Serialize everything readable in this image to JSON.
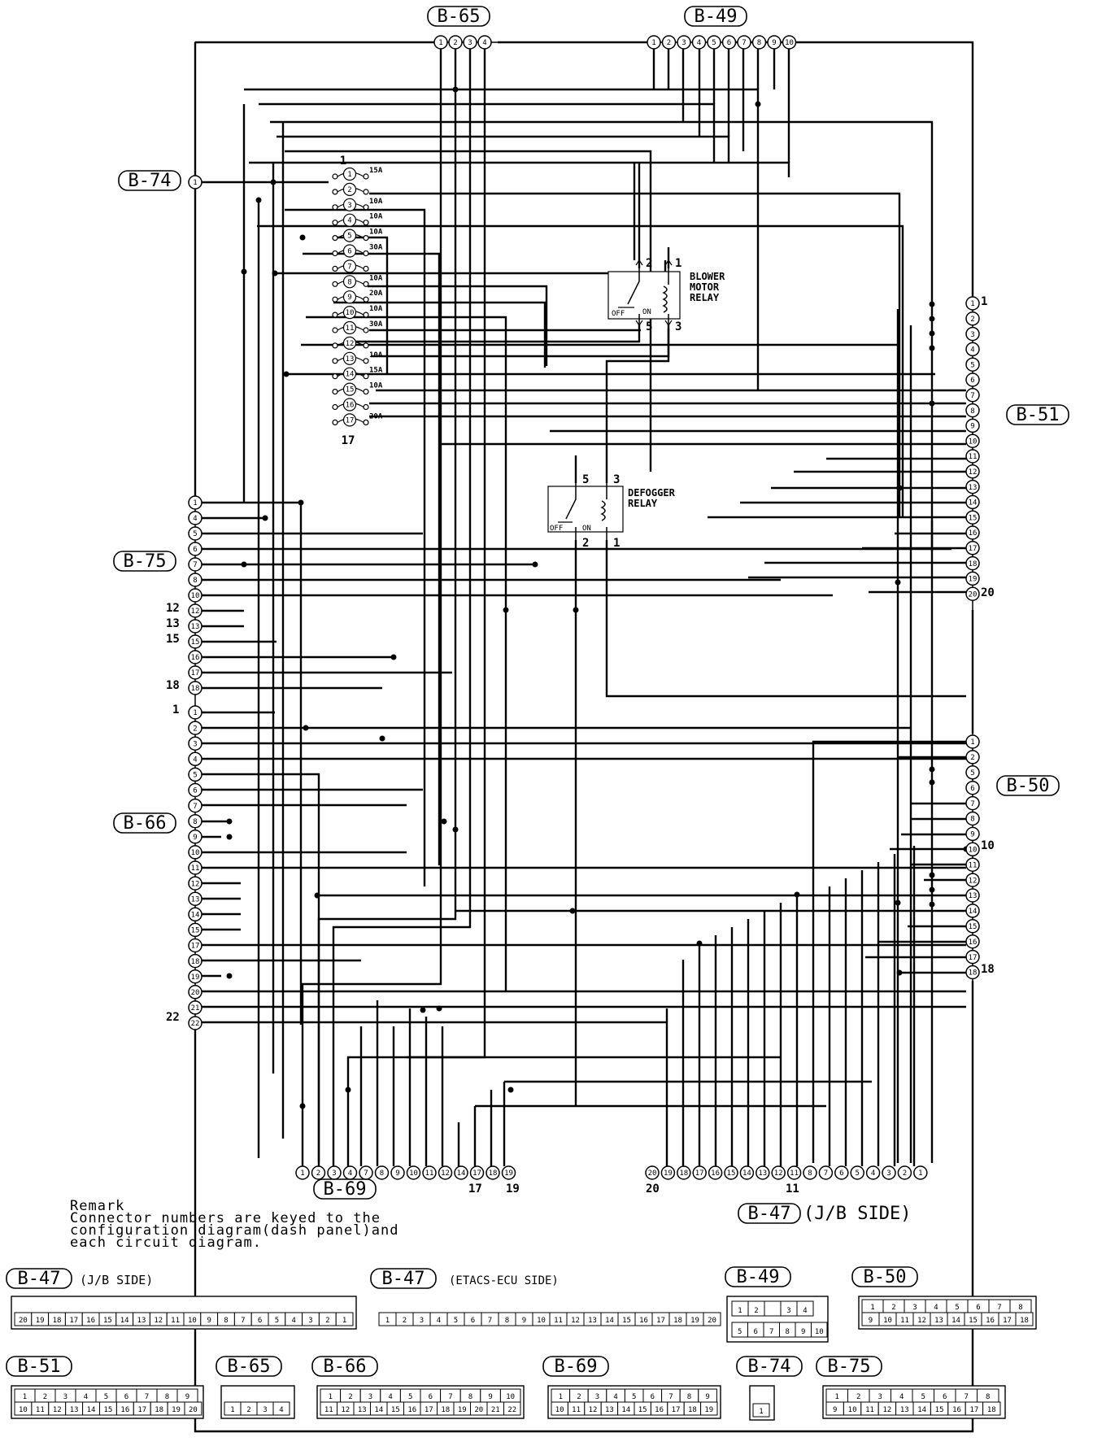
{
  "connectors": {
    "b65": {
      "label": "B-65",
      "pins": [
        "1",
        "2",
        "3",
        "4"
      ]
    },
    "b49": {
      "label": "B-49",
      "pins": [
        "1",
        "2",
        "3",
        "4",
        "5",
        "6",
        "7",
        "8",
        "9",
        "10"
      ]
    },
    "b74": {
      "label": "B-74",
      "pins": [
        "1"
      ]
    },
    "b51": {
      "label": "B-51",
      "pins": [
        "1",
        "2",
        "3",
        "4",
        "5",
        "6",
        "7",
        "8",
        "9",
        "10",
        "11",
        "12",
        "13",
        "14",
        "15",
        "16",
        "17",
        "18",
        "19",
        "20"
      ],
      "side_labels": {
        "first": "1",
        "last": "20"
      }
    },
    "b75": {
      "label": "B-75",
      "pins": [
        "1",
        "4",
        "5",
        "6",
        "7",
        "8",
        "10",
        "12",
        "13",
        "15",
        "16",
        "17",
        "18"
      ],
      "side_labels": [
        "12",
        "13",
        "15",
        "18"
      ]
    },
    "b66": {
      "label": "B-66",
      "pins": [
        "1",
        "2",
        "3",
        "4",
        "5",
        "6",
        "7",
        "8",
        "9",
        "10",
        "11",
        "12",
        "13",
        "14",
        "15",
        "17",
        "18",
        "19",
        "20",
        "21",
        "22"
      ],
      "side_labels": {
        "first": "1",
        "last": "22"
      }
    },
    "b50": {
      "label": "B-50",
      "pins": [
        "1",
        "2",
        "5",
        "6",
        "7",
        "8",
        "9",
        "10",
        "11",
        "12",
        "13",
        "14",
        "15",
        "16",
        "17",
        "18"
      ],
      "side_labels": {
        "ten": "10",
        "eighteen": "18"
      }
    },
    "b69": {
      "label": "B-69",
      "pins": [
        "1",
        "2",
        "3",
        "4",
        "7",
        "8",
        "9",
        "10",
        "11",
        "12",
        "14",
        "17",
        "18",
        "19"
      ],
      "side_labels": {
        "seventeen": "17",
        "nineteen": "19"
      }
    },
    "b47": {
      "label": "B-47",
      "suffix": "(J/B SIDE)",
      "pins": [
        "20",
        "19",
        "18",
        "17",
        "16",
        "15",
        "14",
        "13",
        "12",
        "11",
        "8",
        "7",
        "6",
        "5",
        "4",
        "3",
        "2",
        "1"
      ],
      "side_labels": {
        "twenty": "20",
        "eleven": "11"
      }
    }
  },
  "fuses": {
    "top_label": "1",
    "bottom_label": "17",
    "items": [
      {
        "num": "1",
        "rating": "15A"
      },
      {
        "num": "2",
        "rating": ""
      },
      {
        "num": "3",
        "rating": "10A"
      },
      {
        "num": "4",
        "rating": "10A"
      },
      {
        "num": "5",
        "rating": "10A"
      },
      {
        "num": "6",
        "rating": "30A"
      },
      {
        "num": "7",
        "rating": ""
      },
      {
        "num": "8",
        "rating": "10A"
      },
      {
        "num": "9",
        "rating": "20A"
      },
      {
        "num": "10",
        "rating": "10A"
      },
      {
        "num": "11",
        "rating": "30A"
      },
      {
        "num": "12",
        "rating": ""
      },
      {
        "num": "13",
        "rating": "10A"
      },
      {
        "num": "14",
        "rating": "15A"
      },
      {
        "num": "15",
        "rating": "10A"
      },
      {
        "num": "16",
        "rating": ""
      },
      {
        "num": "17",
        "rating": "20A"
      }
    ]
  },
  "relays": {
    "blower": {
      "name_lines": [
        "BLOWER",
        "MOTOR",
        "RELAY"
      ],
      "pins": {
        "p2": "2",
        "p1": "1",
        "p5": "5",
        "p3": "3"
      },
      "off": "OFF",
      "on": "ON"
    },
    "defogger": {
      "name_lines": [
        "DEFOGGER",
        "RELAY"
      ],
      "pins": {
        "p5": "5",
        "p3": "3",
        "p2": "2",
        "p1": "1"
      },
      "off": "OFF",
      "on": "ON"
    }
  },
  "remark": {
    "title": "Remark",
    "lines": [
      "Connector numbers are keyed to the",
      "configuration diagram(dash panel)and",
      "each circuit diagram."
    ]
  },
  "legend": {
    "b47_jb": {
      "label": "B-47",
      "suffix": "(J/B SIDE)",
      "row": [
        "20",
        "19",
        "18",
        "17",
        "16",
        "15",
        "14",
        "13",
        "12",
        "11",
        "10",
        "9",
        "8",
        "7",
        "6",
        "5",
        "4",
        "3",
        "2",
        "1"
      ]
    },
    "b47_ecu": {
      "label": "B-47",
      "suffix": "(ETACS-ECU SIDE)",
      "row": [
        "1",
        "2",
        "3",
        "4",
        "5",
        "6",
        "7",
        "8",
        "9",
        "10",
        "11",
        "12",
        "13",
        "14",
        "15",
        "16",
        "17",
        "18",
        "19",
        "20"
      ]
    },
    "b49": {
      "label": "B-49",
      "row1": [
        "1",
        "2",
        "",
        "3",
        "4"
      ],
      "row2": [
        "5",
        "6",
        "7",
        "8",
        "9",
        "10"
      ]
    },
    "b50": {
      "label": "B-50",
      "row1": [
        "1",
        "2",
        "3",
        "4",
        "5",
        "6",
        "7",
        "8"
      ],
      "row2": [
        "9",
        "10",
        "11",
        "12",
        "13",
        "14",
        "15",
        "16",
        "17",
        "18"
      ]
    },
    "b51": {
      "label": "B-51",
      "row1": [
        "1",
        "2",
        "3",
        "4",
        "5",
        "6",
        "7",
        "8",
        "9"
      ],
      "row2": [
        "10",
        "11",
        "12",
        "13",
        "14",
        "15",
        "16",
        "17",
        "18",
        "19",
        "20"
      ]
    },
    "b65": {
      "label": "B-65",
      "row1": [],
      "row2": [
        "1",
        "2",
        "3",
        "4"
      ]
    },
    "b66": {
      "label": "B-66",
      "row1": [
        "1",
        "2",
        "3",
        "4",
        "5",
        "6",
        "7",
        "8",
        "9",
        "10"
      ],
      "row2": [
        "11",
        "12",
        "13",
        "14",
        "15",
        "16",
        "17",
        "18",
        "19",
        "20",
        "21",
        "22"
      ]
    },
    "b69": {
      "label": "B-69",
      "row1": [
        "1",
        "2",
        "3",
        "4",
        "5",
        "6",
        "7",
        "8",
        "9"
      ],
      "row2": [
        "10",
        "11",
        "12",
        "13",
        "14",
        "15",
        "16",
        "17",
        "18",
        "19"
      ]
    },
    "b74": {
      "label": "B-74",
      "row1": [],
      "row2": [
        "1"
      ]
    },
    "b75": {
      "label": "B-75",
      "row1": [
        "1",
        "2",
        "3",
        "4",
        "5",
        "6",
        "7",
        "8"
      ],
      "row2": [
        "9",
        "10",
        "11",
        "12",
        "13",
        "14",
        "15",
        "16",
        "17",
        "18"
      ]
    }
  }
}
